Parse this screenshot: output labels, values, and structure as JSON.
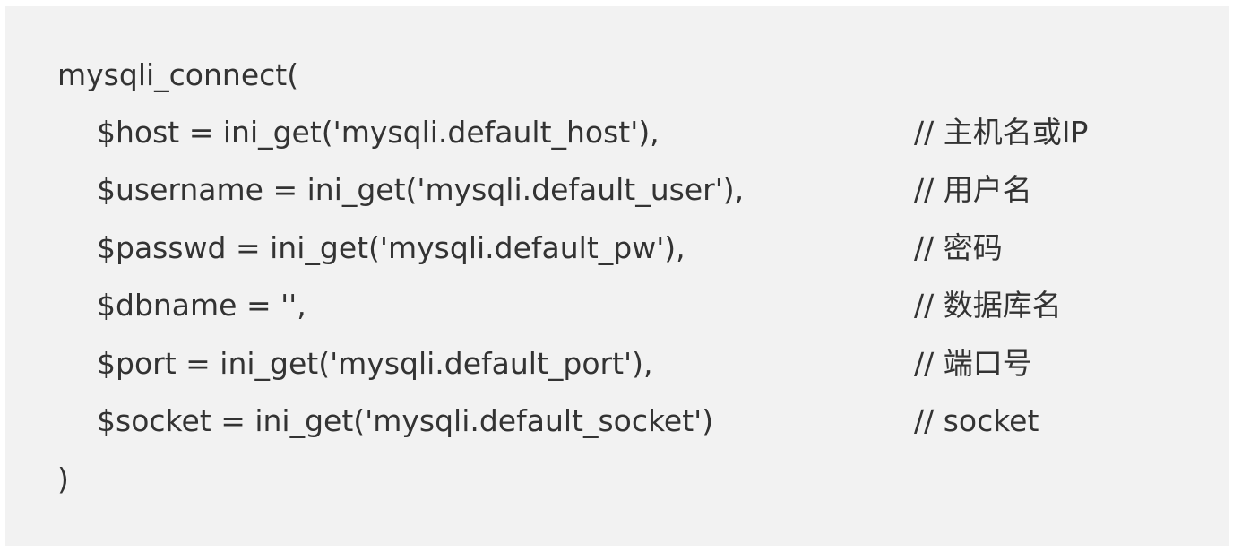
{
  "code_snippet": {
    "open_line": "mysqli_connect(",
    "params": [
      {
        "code": "$host = ini_get('mysqli.default_host'),",
        "comment": "// 主机名或IP"
      },
      {
        "code": "$username = ini_get('mysqli.default_user'),",
        "comment": "// 用户名"
      },
      {
        "code": "$passwd = ini_get('mysqli.default_pw'),",
        "comment": "// 密码"
      },
      {
        "code": "$dbname = '',",
        "comment": "// 数据库名"
      },
      {
        "code": "$port = ini_get('mysqli.default_port'),",
        "comment": "// 端口号"
      },
      {
        "code": "$socket = ini_get('mysqli.default_socket')",
        "comment": "// socket"
      }
    ],
    "close_line": ")"
  }
}
